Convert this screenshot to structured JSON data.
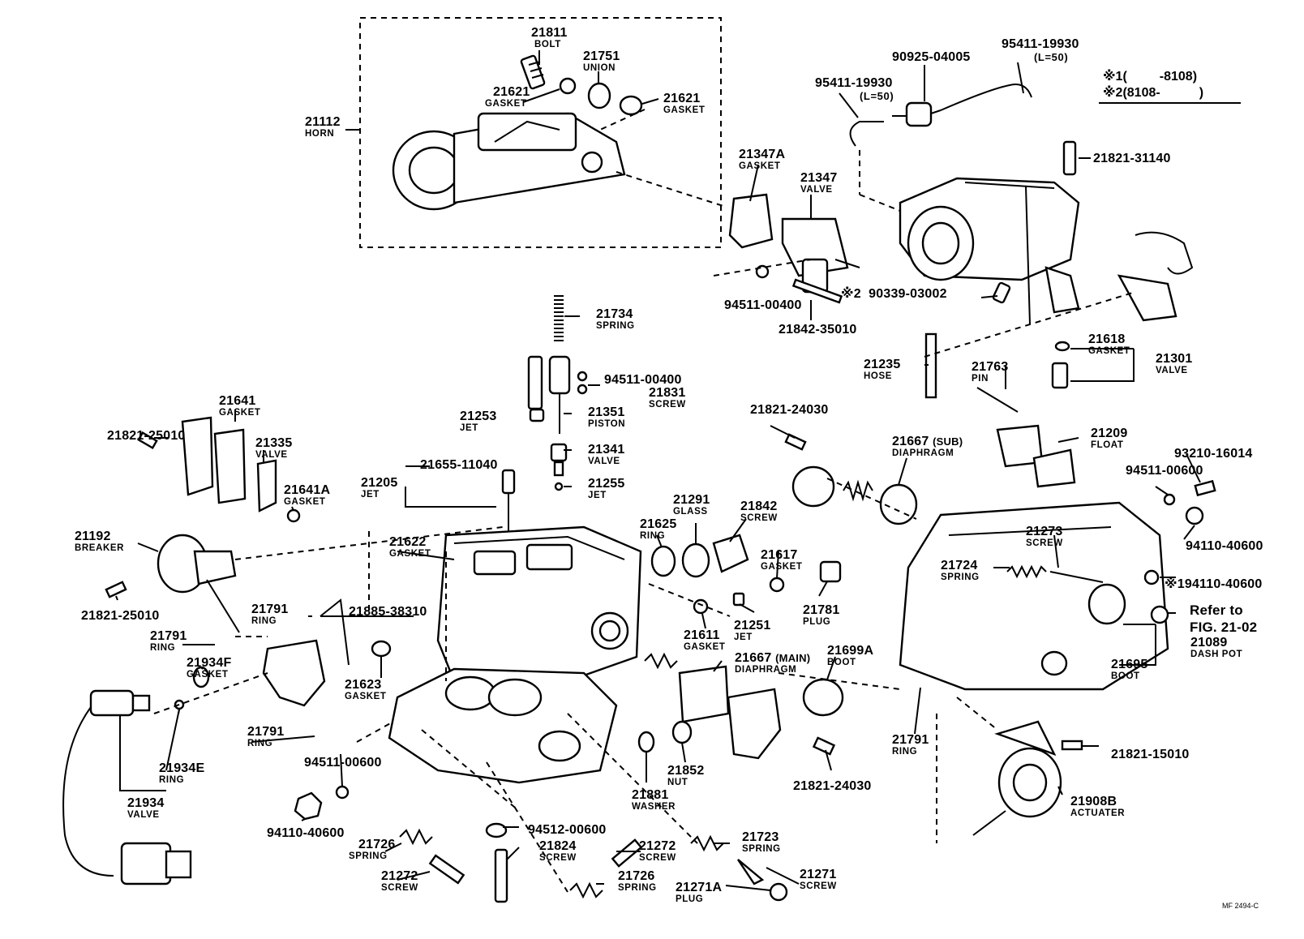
{
  "legend": {
    "mark1": "※1(",
    "mark1_range": "-8108)",
    "mark2": "※2(8108-",
    "mark2_close": ")"
  },
  "footer_code": "MF 2494-C",
  "refer": {
    "line1": "Refer to",
    "line2": "FIG. 21-02"
  },
  "parts": {
    "p21811": {
      "num": "21811",
      "name": "BOLT"
    },
    "p21751": {
      "num": "21751",
      "name": "UNION"
    },
    "p21621a": {
      "num": "21621",
      "name": "GASKET"
    },
    "p21621b": {
      "num": "21621",
      "name": "GASKET"
    },
    "p21112": {
      "num": "21112",
      "name": "HORN"
    },
    "p90925": {
      "num": "90925-04005"
    },
    "p95411a": {
      "num": "95411-19930",
      "sub": "(L=50)"
    },
    "p95411b": {
      "num": "95411-19930",
      "sub": "(L=50)"
    },
    "p21821_31140": {
      "num": "21821-31140"
    },
    "p21347A": {
      "num": "21347A",
      "name": "GASKET"
    },
    "p21347": {
      "num": "21347",
      "name": "VALVE"
    },
    "p94511_00400a": {
      "num": "94511-00400"
    },
    "p21842_35010": {
      "num": "21842-35010"
    },
    "p90339": {
      "num": "90339-03002",
      "mark": "※2"
    },
    "p21734": {
      "num": "21734",
      "name": "SPRING"
    },
    "p94511_00400b": {
      "num": "94511-00400"
    },
    "p21831": {
      "num": "21831",
      "name": "SCREW"
    },
    "p21253": {
      "num": "21253",
      "name": "JET"
    },
    "p21351": {
      "num": "21351",
      "name": "PISTON"
    },
    "p21341": {
      "num": "21341",
      "name": "VALVE"
    },
    "p21255": {
      "num": "21255",
      "name": "JET"
    },
    "p21655": {
      "num": "21655-11040"
    },
    "p21205": {
      "num": "21205",
      "name": "JET"
    },
    "p21235": {
      "num": "21235",
      "name": "HOSE"
    },
    "p21763": {
      "num": "21763",
      "name": "PIN"
    },
    "p21618": {
      "num": "21618",
      "name": "GASKET"
    },
    "p21301": {
      "num": "21301",
      "name": "VALVE"
    },
    "p21821_24030a": {
      "num": "21821-24030"
    },
    "p21667sub": {
      "num": "21667",
      "tag": "(SUB)",
      "name": "DIAPHRAGM"
    },
    "p21209": {
      "num": "21209",
      "name": "FLOAT"
    },
    "p93210": {
      "num": "93210-16014"
    },
    "p94511_00600a": {
      "num": "94511-00600"
    },
    "p21641": {
      "num": "21641",
      "name": "GASKET"
    },
    "p21821_25010a": {
      "num": "21821-25010"
    },
    "p21335": {
      "num": "21335",
      "name": "VALVE"
    },
    "p21641A": {
      "num": "21641A",
      "name": "GASKET"
    },
    "p21192": {
      "num": "21192",
      "name": "BREAKER"
    },
    "p21821_25010b": {
      "num": "21821-25010"
    },
    "p21622": {
      "num": "21622",
      "name": "GASKET"
    },
    "p21291": {
      "num": "21291",
      "name": "GLASS"
    },
    "p21625": {
      "num": "21625",
      "name": "RING"
    },
    "p21842": {
      "num": "21842",
      "name": "SCREW"
    },
    "p21617": {
      "num": "21617",
      "name": "GASKET"
    },
    "p21781": {
      "num": "21781",
      "name": "PLUG"
    },
    "p21273": {
      "num": "21273",
      "name": "SCREW"
    },
    "p21724": {
      "num": "21724",
      "name": "SPRING"
    },
    "p94110_40600a": {
      "num": "94110-40600"
    },
    "p94110_40600b": {
      "num": "94110-40600",
      "mark": "※1"
    },
    "p21791a": {
      "num": "21791",
      "name": "RING"
    },
    "p21885": {
      "num": "21885-38310"
    },
    "p21791b": {
      "num": "21791",
      "name": "RING"
    },
    "p21934F": {
      "num": "21934F",
      "name": "GASKET"
    },
    "p21623": {
      "num": "21623",
      "name": "GASKET"
    },
    "p21611": {
      "num": "21611",
      "name": "GASKET"
    },
    "p21251": {
      "num": "21251",
      "name": "JET"
    },
    "p21667main": {
      "num": "21667",
      "tag": "(MAIN)",
      "name": "DIAPHRAGM"
    },
    "p21699A": {
      "num": "21699A",
      "name": "BOOT"
    },
    "p21089": {
      "num": "21089",
      "name": "DASH POT"
    },
    "p21695": {
      "num": "21695",
      "name": "BOOT"
    },
    "p21791c": {
      "num": "21791",
      "name": "RING"
    },
    "p21791d": {
      "num": "21791",
      "name": "RING"
    },
    "p21934E": {
      "num": "21934E",
      "name": "RING"
    },
    "p21934": {
      "num": "21934",
      "name": "VALVE"
    },
    "p94511_00600b": {
      "num": "94511-00600"
    },
    "p21852": {
      "num": "21852",
      "name": "NUT"
    },
    "p21881": {
      "num": "21881",
      "name": "WASHER"
    },
    "p21821_24030b": {
      "num": "21821-24030"
    },
    "p21821_15010": {
      "num": "21821-15010"
    },
    "p21908B": {
      "num": "21908B",
      "name": "ACTUATER"
    },
    "p94110_40600c": {
      "num": "94110-40600"
    },
    "p94512": {
      "num": "94512-00600"
    },
    "p21726a": {
      "num": "21726",
      "name": "SPRING"
    },
    "p21824": {
      "num": "21824",
      "name": "SCREW"
    },
    "p21272a": {
      "num": "21272",
      "name": "SCREW"
    },
    "p21723": {
      "num": "21723",
      "name": "SPRING"
    },
    "p21272b": {
      "num": "21272",
      "name": "SCREW"
    },
    "p21726b": {
      "num": "21726",
      "name": "SPRING"
    },
    "p21271A": {
      "num": "21271A",
      "name": "PLUG"
    },
    "p21271": {
      "num": "21271",
      "name": "SCREW"
    }
  }
}
